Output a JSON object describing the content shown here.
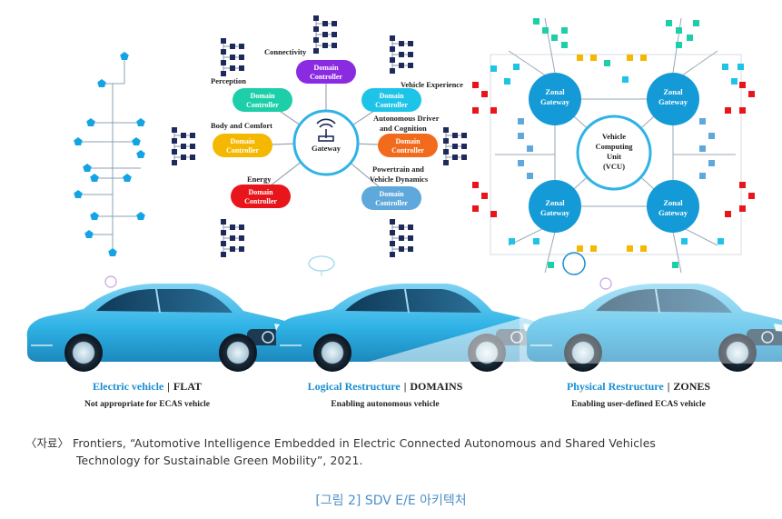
{
  "domains": {
    "connectivity": {
      "label": "Connectivity",
      "box": "Domain Controller",
      "color": "#8a2be2"
    },
    "perception": {
      "label": "Perception",
      "box": "Domain Controller",
      "color": "#1ccfa8"
    },
    "vehicle_experience": {
      "label": "Vehicle Experience",
      "box": "Domain Controller",
      "color": "#1ec3e8"
    },
    "body_comfort": {
      "label": "Body and Comfort",
      "box": "Domain Controller",
      "color": "#f5b800"
    },
    "autonomous": {
      "label_line1": "Autonomous Driver",
      "label_line2": "and Cognition",
      "box": "Domain Controller",
      "color": "#f26a1b"
    },
    "energy": {
      "label": "Energy",
      "box": "Domain Controller",
      "color": "#e8151b"
    },
    "powertrain": {
      "label_line1": "Powertrain and",
      "label_line2": "Vehicle Dynamics",
      "box": "Domain Controller",
      "color": "#5fa8dc"
    }
  },
  "gateway_label": "Gateway",
  "zonal": {
    "gateway_label_line1": "Zonal",
    "gateway_label_line2": "Gateway",
    "vcu_line1": "Vehicle",
    "vcu_line2": "Computing",
    "vcu_line3": "Unit",
    "vcu_line4": "(VCU)"
  },
  "captions": [
    {
      "title_blue": "Electric vehicle",
      "title_dark": "FLAT",
      "sub": "Not appropriate for ECAS vehicle"
    },
    {
      "title_blue": "Logical Restructure",
      "title_dark": "DOMAINS",
      "sub": "Enabling autonomous vehicle"
    },
    {
      "title_blue": "Physical Restructure",
      "title_dark": "ZONES",
      "sub": "Enabling user-defined ECAS vehicle"
    }
  ],
  "separator": "|",
  "source_line1": "〈자료〉 Frontiers, “Automotive Intelligence Embedded in Electric Connected Autonomous and Shared Vehicles",
  "source_line2": "Technology for Sustainable Green Mobility”, 2021.",
  "figure_caption": "[그림 2] SDV E/E 아키텍처",
  "colors": {
    "accent_blue": "#1a8fd0",
    "caption_blue": "#4a90c9",
    "car_blue": "#2fb3e6",
    "node_navy": "#1e2a5a"
  }
}
